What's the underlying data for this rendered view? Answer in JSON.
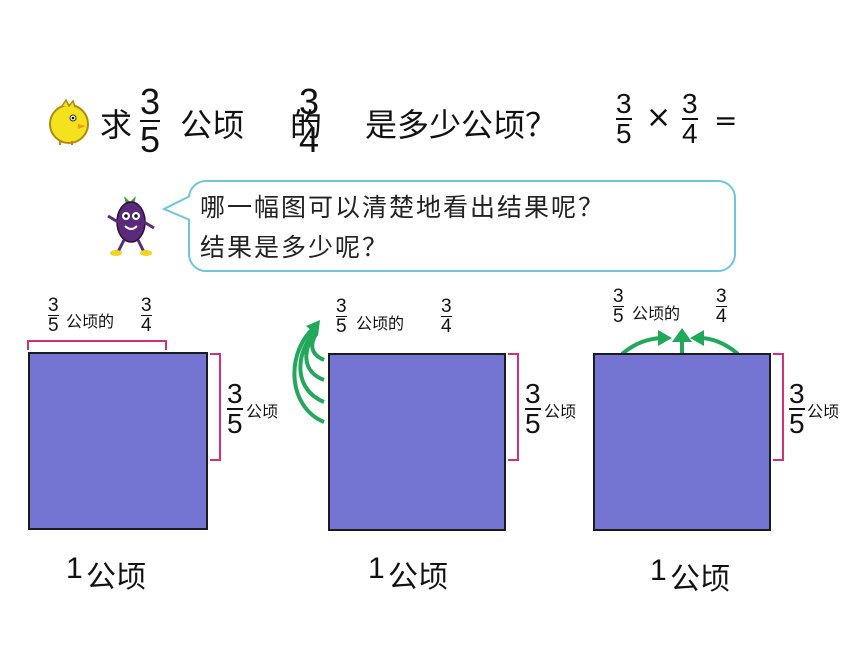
{
  "question": {
    "prefix": "求",
    "frac1": {
      "num": "3",
      "den": "5"
    },
    "unit1": "公顷",
    "middle": "的",
    "frac2": {
      "num": "3",
      "den": "4"
    },
    "suffix": "是多少公顷？",
    "eq_frac1": {
      "num": "3",
      "den": "5"
    },
    "times": "×",
    "eq_frac2": {
      "num": "3",
      "den": "4"
    },
    "equals": "="
  },
  "bubble": {
    "line1": "哪一幅图可以清楚地看出结果呢？",
    "line2": "结果是多少呢？"
  },
  "figures": [
    {
      "top_frac1": {
        "num": "3",
        "den": "5"
      },
      "top_text": "公顷的",
      "top_frac2": {
        "num": "3",
        "den": "4"
      },
      "side_frac": {
        "num": "3",
        "den": "5"
      },
      "side_unit": "公顷",
      "bottom_num": "1",
      "bottom_unit": "公顷"
    },
    {
      "top_frac1": {
        "num": "3",
        "den": "5"
      },
      "top_text": "公顷的",
      "top_frac2": {
        "num": "3",
        "den": "4"
      },
      "side_frac": {
        "num": "3",
        "den": "5"
      },
      "side_unit": "公顷",
      "bottom_num": "1",
      "bottom_unit": "公顷"
    },
    {
      "top_frac1": {
        "num": "3",
        "den": "5"
      },
      "top_text": "公顷的",
      "top_frac2": {
        "num": "3",
        "den": "4"
      },
      "side_frac": {
        "num": "3",
        "den": "5"
      },
      "side_unit": "公顷",
      "bottom_num": "1",
      "bottom_unit": "公顷"
    }
  ],
  "colors": {
    "square_fill": "#7474d2",
    "arrow": "#22a85a",
    "bracket": "#d4307a",
    "bubble_border": "#6fc6dc"
  },
  "icons": [
    "chick-icon",
    "eggplant-character-icon"
  ]
}
